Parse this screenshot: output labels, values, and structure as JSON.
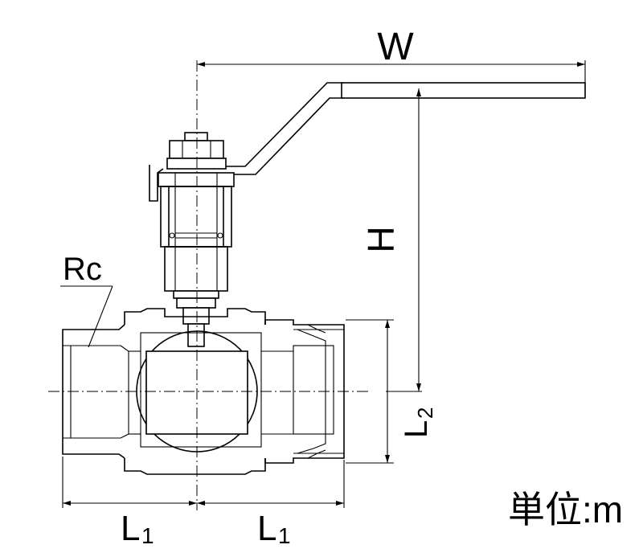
{
  "labels": {
    "width": "W",
    "height": "H",
    "thread": "Rc",
    "face_to_center_left": "L",
    "face_to_center_left_sub": "1",
    "face_to_center_right": "L",
    "face_to_center_right_sub": "1",
    "body_height": "L",
    "body_height_sub": "2",
    "unit": "単位:m"
  }
}
